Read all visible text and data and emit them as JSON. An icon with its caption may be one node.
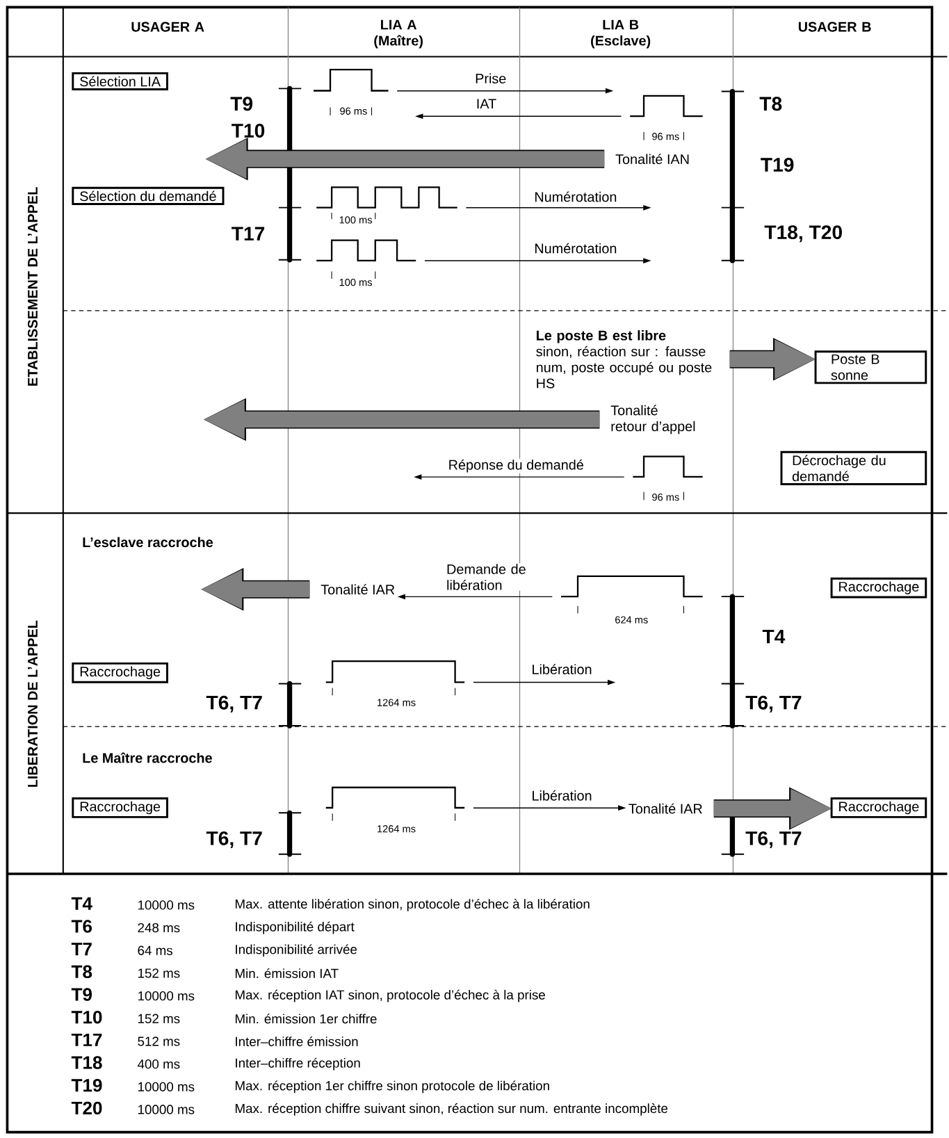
{
  "diagram": {
    "nodes": [
      {
        "text": [
          "Sélection LIA"
        ]
      },
      {
        "text": [],
        "shape": "pulse",
        "beside": [
          "96 ms"
        ]
      },
      {
        "text": [],
        "shape": "pulse",
        "beside": [
          "96 ms"
        ]
      },
      {
        "text": [
          "Tonalité IAN"
        ]
      },
      {
        "text": [
          "Sélection du demandé"
        ]
      },
      {
        "text": [],
        "shape": "pulse",
        "beside": [
          "100 ms"
        ]
      },
      {
        "text": [],
        "shape": "pulse",
        "beside": [
          "100 ms"
        ]
      },
      {
        "text": [
          "Le poste B est libre",
          "sinon, réaction sur : fausse num, poste occupé ou poste HS"
        ]
      },
      {
        "text": [
          "Poste B sonne"
        ]
      },
      {
        "text": [
          "Tonalité retour d’appel"
        ]
      },
      {
        "text": [],
        "shape": "pulse",
        "beside": [
          "96 ms"
        ]
      },
      {
        "text": [
          "Décrochage du demandé"
        ]
      },
      {
        "text": [
          "Tonalité IAR"
        ]
      },
      {
        "text": [],
        "shape": "pulse",
        "beside": [
          "624 ms"
        ]
      },
      {
        "text": [
          "Raccrochage"
        ]
      },
      {
        "text": [
          "Raccrochage"
        ]
      },
      {
        "text": [],
        "shape": "pulse",
        "beside": [
          "1264 ms"
        ]
      },
      {
        "text": [
          "Raccrochage"
        ]
      },
      {
        "text": [],
        "shape": "pulse",
        "beside": [
          "1264 ms"
        ]
      },
      {
        "text": [
          "Tonalité IAR"
        ]
      },
      {
        "text": [
          "Raccrochage"
        ]
      }
    ],
    "edges": [
      {
        "from": 1,
        "to": null,
        "arrow": "to",
        "label": "Prise"
      },
      {
        "from": 2,
        "to": null,
        "arrow": "to",
        "label": "IAT"
      },
      {
        "from": 3,
        "to": null,
        "arrow": "to",
        "style": "thick",
        "color": "#808080"
      },
      {
        "from": 5,
        "to": null,
        "arrow": "to",
        "label": "Numérotation"
      },
      {
        "from": 6,
        "to": null,
        "arrow": "to",
        "label": "Numérotation"
      },
      {
        "from": 7,
        "to": 8,
        "arrow": "to",
        "style": "thick",
        "color": "#808080"
      },
      {
        "from": 9,
        "to": null,
        "arrow": "to",
        "style": "thick",
        "color": "#808080"
      },
      {
        "from": 10,
        "to": null,
        "arrow": "to",
        "label": "Réponse du demandé"
      },
      {
        "from": 13,
        "to": 12,
        "arrow": "to",
        "label": "Demande de libération"
      },
      {
        "from": 12,
        "to": null,
        "arrow": "to",
        "style": "thick",
        "color": "#808080"
      },
      {
        "from": 16,
        "to": null,
        "arrow": "to",
        "label": "Libération"
      },
      {
        "from": 18,
        "to": 19,
        "arrow": "to",
        "label": "Libération"
      },
      {
        "from": 19,
        "to": 20,
        "arrow": "to",
        "style": "thick",
        "color": "#808080"
      }
    ],
    "labels": [
      "USAGER A",
      "LIA A (Maître)",
      "LIA B (Esclave)",
      "USAGER B",
      "ETABLISSEMENT DE L’APPEL",
      "T9",
      "T8",
      "T10",
      "T19",
      "T17",
      "T18, T20",
      "LIBERATION DE L’APPEL",
      "L’esclave raccroche",
      "T4",
      "T6, T7",
      "T6, T7",
      "Le Maître raccroche",
      "T6, T7",
      "T6, T7",
      "T4",
      "10000 ms",
      "Max. attente libération sinon, protocole d’échec à la libération",
      "T6",
      "248 ms",
      "Indisponibilité départ",
      "T7",
      "64 ms",
      "Indisponibilité arrivée",
      "T8",
      "152 ms",
      "Min. émission IAT",
      "T9",
      "10000 ms",
      "Max. réception IAT sinon, protocole d’échec à la prise",
      "T10",
      "152 ms",
      "Min. émission 1er chiffre",
      "T17",
      "512 ms",
      "Inter–chiffre émission",
      "T18",
      "400 ms",
      "Inter–chiffre réception",
      "T19",
      "10000 ms",
      "Max. réception 1er chiffre sinon protocole de libération",
      "T20",
      "10000 ms",
      "Max. réception chiffre suivant sinon, réaction sur num. entrante incomplète"
    ]
  }
}
